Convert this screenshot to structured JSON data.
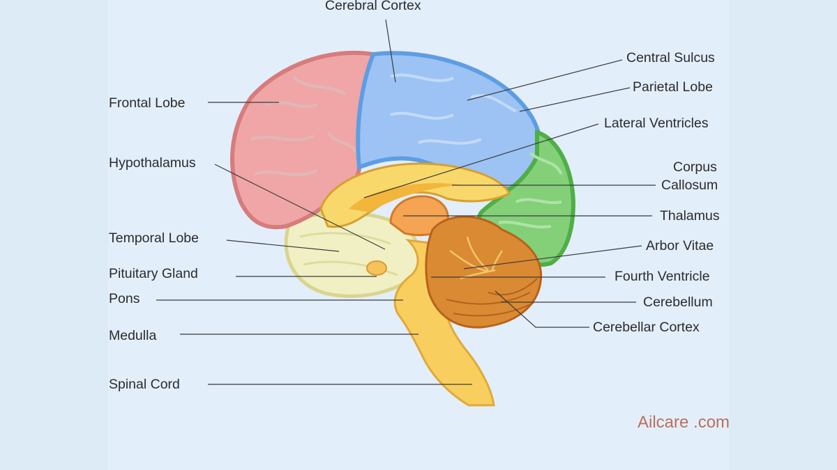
{
  "labels": {
    "cerebral_cortex": "Cerebral Cortex",
    "frontal_lobe": "Frontal Lobe",
    "hypothalamus": "Hypothalamus",
    "temporal_lobe": "Temporal Lobe",
    "pituitary_gland": "Pituitary Gland",
    "pons": "Pons",
    "medulla": "Medulla",
    "spinal_cord": "Spinal Cord",
    "central_sulcus": "Central Sulcus",
    "parietal_lobe": "Parietal Lobe",
    "lateral_ventricles": "Lateral Ventricles",
    "corpus_callosum_1": "Corpus",
    "corpus_callosum_2": "Callosum",
    "thalamus": "Thalamus",
    "arbor_vitae": "Arbor Vitae",
    "fourth_ventricle": "Fourth Ventricle",
    "cerebellum": "Cerebellum",
    "cerebellar_cortex": "Cerebellar Cortex"
  },
  "brand": "Ailcare .com",
  "colors": {
    "frontal": "#e59a9a",
    "parietal": "#8fbaf0",
    "occipital": "#7ccf6e",
    "temporal": "#f1f0c4",
    "core": "#f6d364",
    "cerebellum": "#d6862a",
    "brand": "#b9705c"
  }
}
